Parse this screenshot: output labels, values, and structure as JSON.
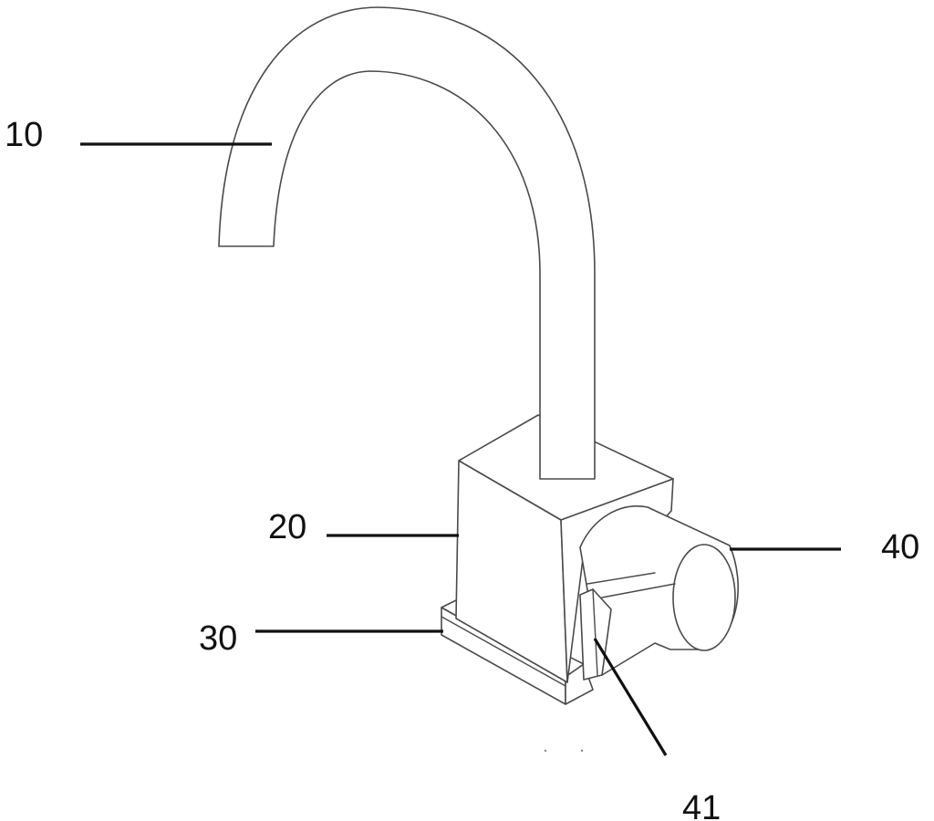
{
  "figure": {
    "parts": [
      {
        "ref": "10",
        "part": "spout"
      },
      {
        "ref": "20",
        "part": "valve-body"
      },
      {
        "ref": "30",
        "part": "base-plate"
      },
      {
        "ref": "40",
        "part": "handle"
      },
      {
        "ref": "41",
        "part": "handle-lever"
      }
    ],
    "labels": {
      "spout": "10",
      "valve_body": "20",
      "base_plate": "30",
      "handle": "40",
      "handle_lever": "41"
    }
  }
}
